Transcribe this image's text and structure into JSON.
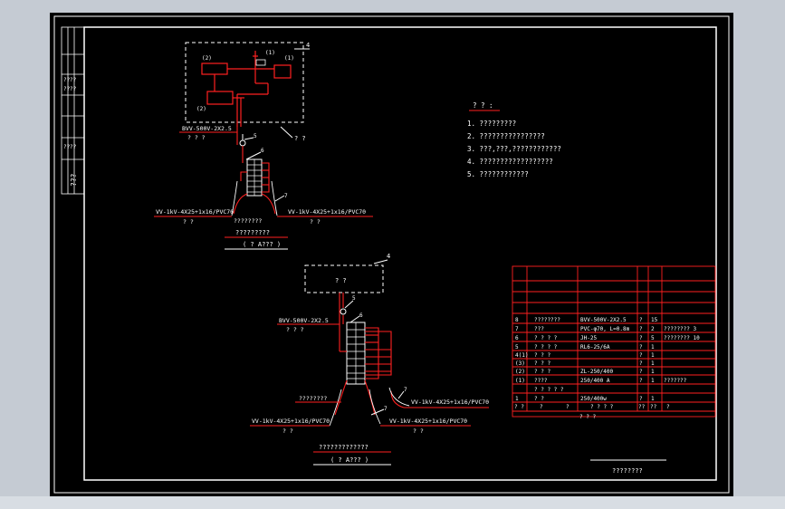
{
  "title_block": {
    "left_strip_text": "???",
    "bottom_title": "????????"
  },
  "diagram_a": {
    "num_4": "4",
    "num_5": "5",
    "num_6": "6",
    "num_7": "7",
    "box_label": "? ?",
    "comp_1a": "(1)",
    "comp_1b": "(1)",
    "comp_2a": "(2)",
    "comp_2b": "(2)",
    "bvv_cable": "BVV-500V-2X2.5",
    "bvv_sub": "? ? ?",
    "vv_left": "VV-1kV-4X25+1x16/PVC70",
    "vv_left_sub": "? ?",
    "vv_right": "VV-1kV-4X25+1x16/PVC70",
    "vv_right_sub": "? ?",
    "center_note": "????????",
    "caption": "?????????",
    "caption_sub": "( ? A??? )"
  },
  "diagram_b": {
    "num_4": "4",
    "num_5": "5",
    "num_6": "6",
    "num_7a": "7",
    "num_7b": "7",
    "box_label": "? ?",
    "bvv_cable": "BVV-500V-2X2.5",
    "bvv_sub": "? ? ?",
    "left_note": "????????",
    "vv_top_right": "VV-1kV-4X25+1x16/PVC70",
    "vv_left": "VV-1kV-4X25+1x16/PVC70",
    "vv_left_sub": "? ?",
    "vv_bottom_right": "VV-1kV-4X25+1x16/PVC70",
    "vv_bottom_right_sub": "? ?",
    "caption": "?????????????",
    "caption_sub": "( ? A??? )"
  },
  "notes": {
    "heading": "? ? :",
    "items": [
      "1. ?????????",
      "2. ????????????????",
      "3. ???,???,????????????",
      "4. ??????????????????",
      "5. ????????????"
    ]
  },
  "parts_table": {
    "rows": [
      [
        "8",
        "????????",
        "BVV-500V-2X2.5",
        "?",
        "15",
        ""
      ],
      [
        "7",
        "???",
        "PVC-φ70, L=0.8m",
        "?",
        "2",
        "???????? 3"
      ],
      [
        "6",
        "? ? ? ?",
        "JH-25",
        "?",
        "5",
        "???????? 10"
      ],
      [
        "5",
        "? ? ? ?",
        "RL6-25/6A",
        "?",
        "1",
        ""
      ],
      [
        "4(1)",
        "? ? ?",
        "",
        "?",
        "1",
        ""
      ],
      [
        "(3)",
        "? ? ?",
        "",
        "?",
        "1",
        ""
      ],
      [
        "(2)",
        "? ? ?",
        "ZL-250/400",
        "?",
        "1",
        ""
      ],
      [
        "(1)",
        "????",
        "250/400 A",
        "?",
        "1",
        "???????"
      ],
      [
        "",
        "? ? ? ? ?",
        "",
        "",
        "",
        ""
      ],
      [
        "1",
        "? ?",
        "250/400w",
        "?",
        "1",
        ""
      ]
    ],
    "header": [
      "? ?",
      "?",
      "?",
      "? ? ? ?",
      "??",
      "??",
      "?"
    ],
    "footer": "? ? ?"
  }
}
